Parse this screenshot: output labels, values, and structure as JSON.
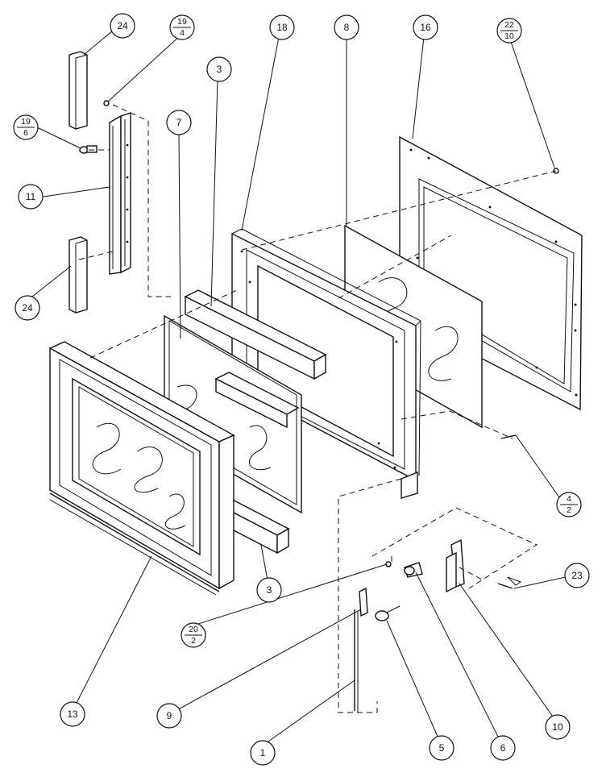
{
  "diagram": {
    "callouts": [
      {
        "id": "c24a",
        "label": "24"
      },
      {
        "id": "c19_4",
        "top": "19",
        "bottom": "4"
      },
      {
        "id": "c3a",
        "label": "3"
      },
      {
        "id": "c18",
        "label": "18"
      },
      {
        "id": "c8",
        "label": "8"
      },
      {
        "id": "c16",
        "label": "16"
      },
      {
        "id": "c22_10",
        "top": "22",
        "bottom": "10"
      },
      {
        "id": "c19_6",
        "top": "19",
        "bottom": "6"
      },
      {
        "id": "c7",
        "label": "7"
      },
      {
        "id": "c11",
        "label": "11"
      },
      {
        "id": "c24b",
        "label": "24"
      },
      {
        "id": "c4_2",
        "top": "4",
        "bottom": "2"
      },
      {
        "id": "c23",
        "label": "23"
      },
      {
        "id": "c3b",
        "label": "3"
      },
      {
        "id": "c20_2",
        "top": "20",
        "bottom": "2"
      },
      {
        "id": "c13",
        "label": "13"
      },
      {
        "id": "c9",
        "label": "9"
      },
      {
        "id": "c1",
        "label": "1"
      },
      {
        "id": "c5",
        "label": "5"
      },
      {
        "id": "c6",
        "label": "6"
      },
      {
        "id": "c10",
        "label": "10"
      }
    ]
  }
}
